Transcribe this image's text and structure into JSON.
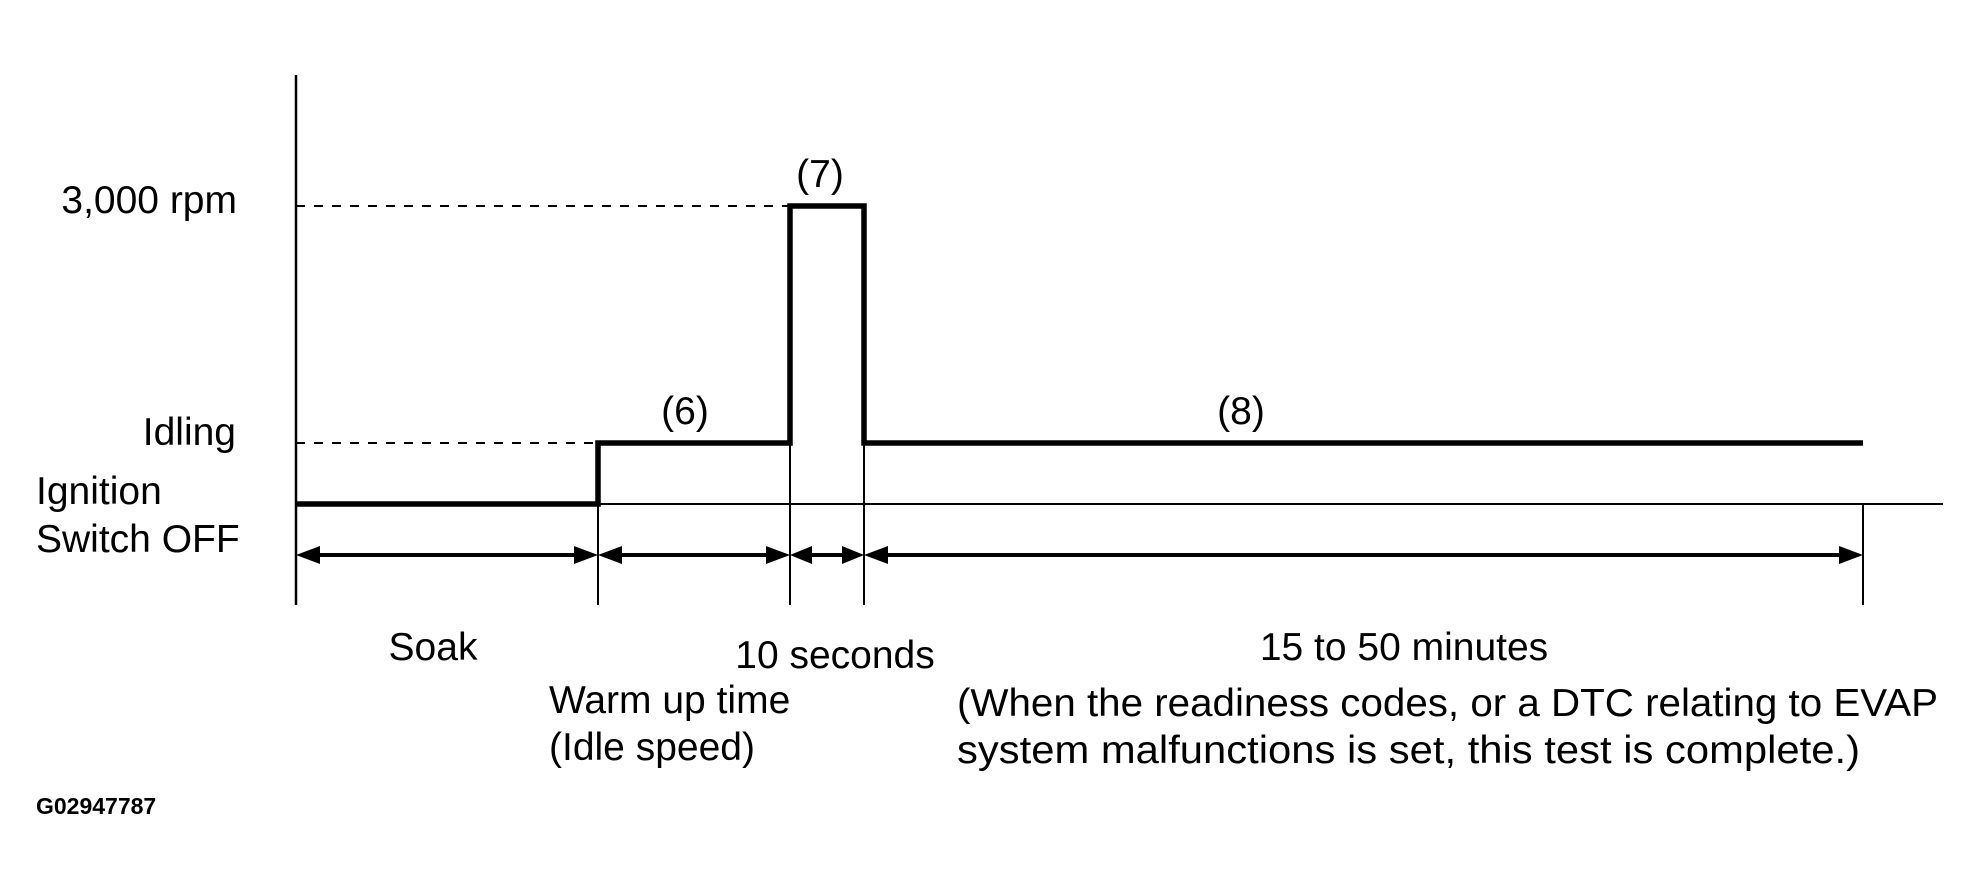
{
  "diagram": {
    "y_levels": {
      "high": "3,000 rpm",
      "mid": "Idling",
      "low_line1": "Ignition",
      "low_line2": "Switch OFF"
    },
    "step_labels": {
      "warm_up": "(6)",
      "rev": "(7)",
      "test": "(8)"
    },
    "durations": {
      "soak": "Soak",
      "warm_up_line1": "Warm up time",
      "warm_up_line2": "(Idle speed)",
      "rev": "10 seconds",
      "test": "15 to 50 minutes",
      "test_note_line1": "(When the readiness codes, or a DTC relating to EVAP",
      "test_note_line2": "system malfunctions is set, this test is complete.)"
    },
    "figure_id": "G02947787"
  }
}
